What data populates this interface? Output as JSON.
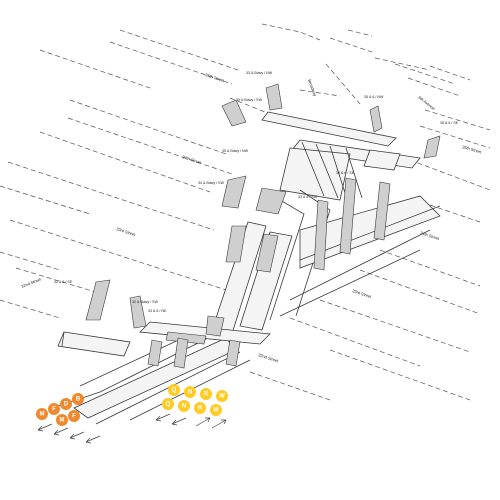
{
  "streets": [
    {
      "id": "s30",
      "label": "30th Street"
    },
    {
      "id": "s31",
      "label": "31st Street"
    },
    {
      "id": "s32",
      "label": "32nd Street"
    },
    {
      "id": "s33",
      "label": "33rd Street"
    },
    {
      "id": "s34",
      "label": "34th Street"
    },
    {
      "id": "s35",
      "label": "35th Street"
    },
    {
      "id": "s36",
      "label": "36th Street"
    },
    {
      "id": "bway",
      "label": "Broadway"
    },
    {
      "id": "sixth",
      "label": "6th Avenue"
    }
  ],
  "entrances": [
    {
      "id": "e1",
      "label": "33 & Bdwy / NW"
    },
    {
      "id": "e2",
      "label": "35 & Bdwy / SW"
    },
    {
      "id": "e3",
      "label": "35 & 6 / NW"
    },
    {
      "id": "e4",
      "label": "35 & 6 / SE"
    },
    {
      "id": "e5",
      "label": "35 & Bdwy / NW"
    },
    {
      "id": "e6",
      "label": "34 & Bdwy / SW"
    },
    {
      "id": "e7",
      "label": "34 & 6 / SE"
    },
    {
      "id": "e8",
      "label": "33 & 6 / SW"
    },
    {
      "id": "e9",
      "label": "32 & 6 / SE"
    },
    {
      "id": "e10",
      "label": "32 & Bdwy / SW"
    },
    {
      "id": "e11",
      "label": "33 & 6 / NE"
    }
  ],
  "lines_orange": [
    "M",
    "F",
    "D",
    "B",
    "M",
    "F"
  ],
  "lines_yellow": [
    "Q",
    "N",
    "R",
    "W",
    "Q",
    "N",
    "R",
    "W"
  ],
  "colors": {
    "orange": "#F0892E",
    "yellow": "#FFCB25",
    "ink": "#3a3a3a"
  }
}
